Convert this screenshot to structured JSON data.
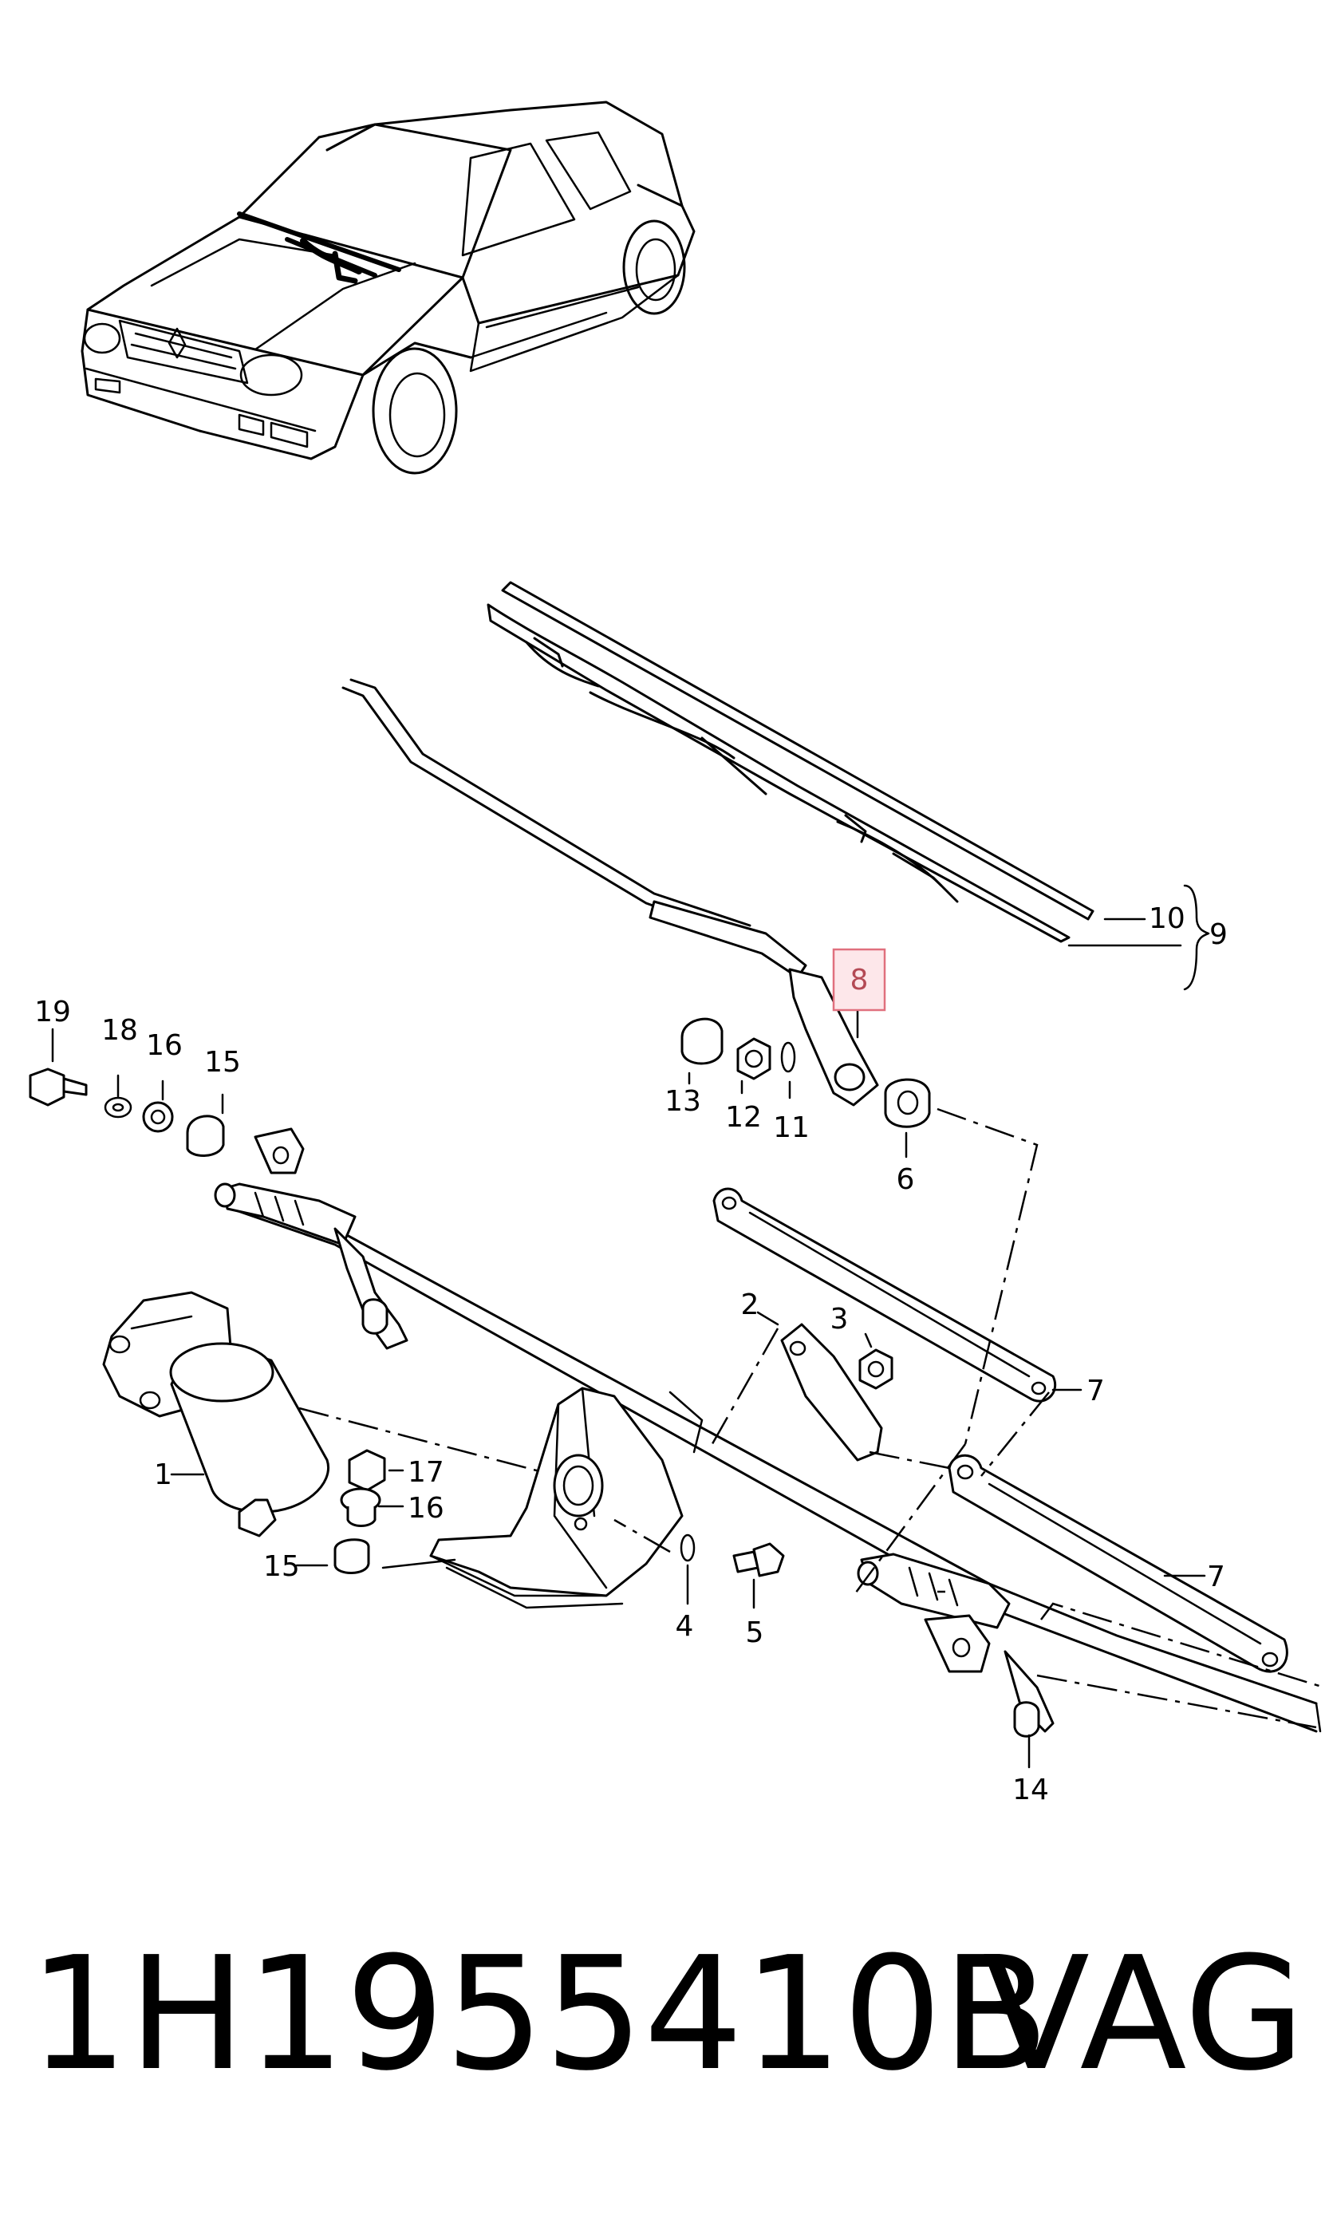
{
  "diagram": {
    "callouts": {
      "c1": "1",
      "c2": "2",
      "c3": "3",
      "c4": "4",
      "c5": "5",
      "c6": "6",
      "c7a": "7",
      "c7b": "7",
      "c8": "8",
      "c9": "9",
      "c10": "10",
      "c11": "11",
      "c12": "12",
      "c13": "13",
      "c14": "14",
      "c15a": "15",
      "c15b": "15",
      "c16a": "16",
      "c16b": "16",
      "c17": "17",
      "c18": "18",
      "c19": "19"
    },
    "highlighted_callout": "8",
    "highlight_color": "#e0707e"
  },
  "footer": {
    "part_number": "1H1955410B",
    "brand": "VAG"
  }
}
